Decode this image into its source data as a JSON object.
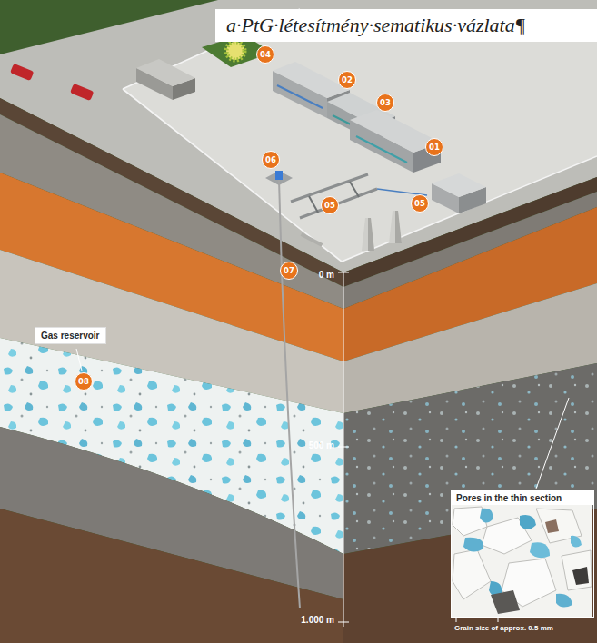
{
  "diagram": {
    "title": "a·PtG·létesítmény·sematikus·vázlata¶",
    "nodes": [
      {
        "text": [
          "Gas reservoir"
        ]
      },
      {
        "text": [
          "Pores in the thin section"
        ]
      }
    ],
    "labels": [
      "04",
      "02",
      "03",
      "01",
      "06",
      "05",
      "05",
      "07",
      "08",
      "0 m",
      "500 m",
      "1.000 m",
      "Grain size of approx. 0.5 mm"
    ]
  }
}
